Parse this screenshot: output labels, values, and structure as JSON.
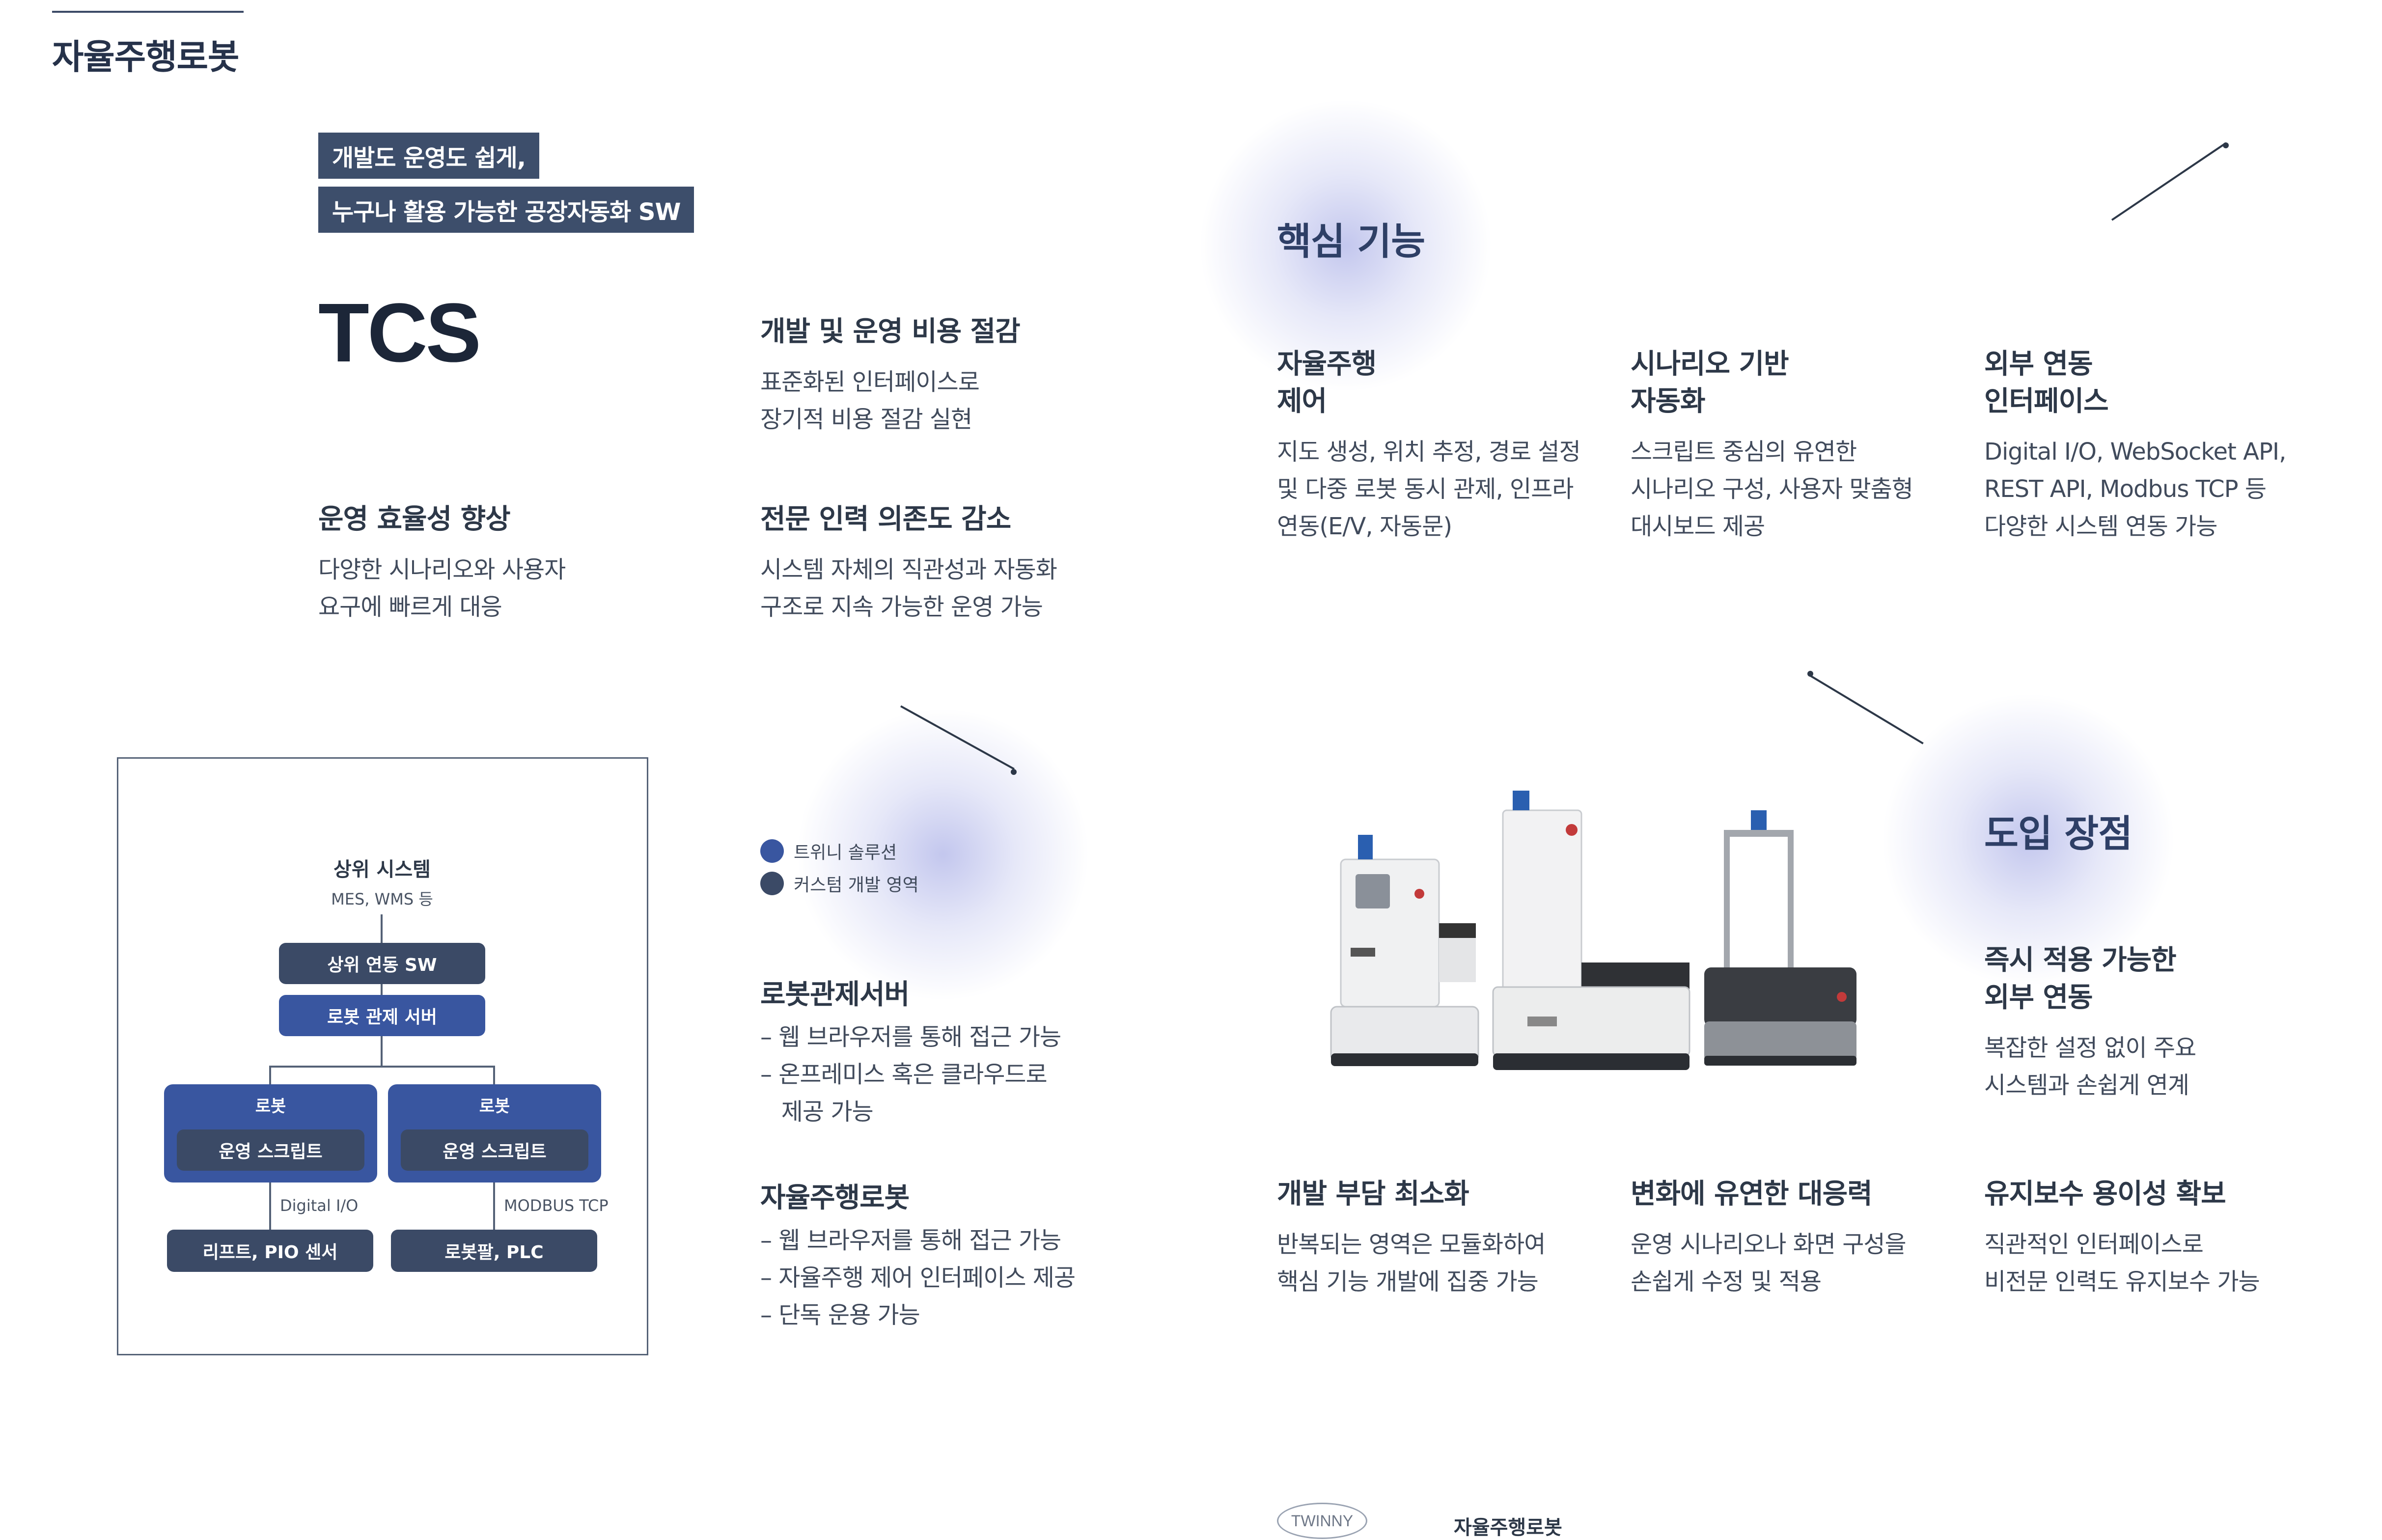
{
  "header": {
    "section": "자율주행로봇"
  },
  "intro": {
    "tag1": "개발도 운영도 쉽게,",
    "tag2": "누구나 활용 가능한 공장자동화 SW",
    "product": "TCS"
  },
  "benefits": [
    {
      "title": "개발 및 운영 비용 절감",
      "desc": "표준화된 인터페이스로\n장기적 비용 절감 실현"
    },
    {
      "title": "운영 효율성 향상",
      "desc": "다양한 시나리오와 사용자\n요구에 빠르게 대응"
    },
    {
      "title": "전문 인력 의존도 감소",
      "desc": "시스템 자체의 직관성과 자동화\n구조로 지속 가능한 운영 가능"
    }
  ],
  "core": {
    "heading": "핵심 기능",
    "items": [
      {
        "title": "자율주행\n제어",
        "desc": "지도 생성, 위치 추정, 경로 설정\n및 다중 로봇 동시 관제, 인프라\n연동(E/V, 자동문)"
      },
      {
        "title": "시나리오 기반\n자동화",
        "desc": "스크립트 중심의 유연한\n시나리오 구성, 사용자 맞춤형\n대시보드 제공"
      },
      {
        "title": "외부 연동\n인터페이스",
        "desc": "Digital I/O, WebSocket API,\nREST API, Modbus TCP 등\n다양한 시스템 연동 가능"
      }
    ]
  },
  "diagram": {
    "top_title": "상위 시스템",
    "top_sub": "MES, WMS 등",
    "sw": "상위 연동 SW",
    "server": "로봇 관제 서버",
    "robot_label": "로봇",
    "script_label": "운영 스크립트",
    "left_protocol": "Digital I/O",
    "right_protocol": "MODBUS TCP",
    "left_device": "리프트, PIO 센서",
    "right_device": "로봇팔, PLC"
  },
  "legend": [
    {
      "label": "트위니 솔루션",
      "color": "#3956a0"
    },
    {
      "label": "커스텀 개발 영역",
      "color": "#3b4a66"
    }
  ],
  "components": [
    {
      "title": "로봇관제서버",
      "desc": "– 웹 브라우저를 통해 접근 가능\n– 온프레미스 혹은 클라우드로\n   제공 가능"
    },
    {
      "title": "자율주행로봇",
      "desc": "– 웹 브라우저를 통해 접근 가능\n– 자율주행 제어 인터페이스 제공\n– 단독 운용 가능"
    }
  ],
  "adoption": {
    "heading": "도입 장점",
    "items": [
      {
        "title": "즉시 적용 가능한\n외부 연동",
        "desc": "복잡한 설정 없이 주요\n시스템과 손쉽게 연계"
      },
      {
        "title": "개발 부담 최소화",
        "desc": "반복되는 영역은 모듈화하여\n핵심 기능 개발에 집중 가능"
      },
      {
        "title": "변화에 유연한 대응력",
        "desc": "운영 시나리오나 화면 구성을\n손쉽게 수정 및 적용"
      },
      {
        "title": "유지보수 용이성 확보",
        "desc": "직관적인 인터페이스로\n비전문 인력도 유지보수 가능"
      }
    ]
  },
  "footer": {
    "logo": "TWINNY",
    "label": "자율주행로봇"
  },
  "colors": {
    "navy": "#3b4a66",
    "blue": "#3956a0",
    "heading": "#2e3f66"
  }
}
